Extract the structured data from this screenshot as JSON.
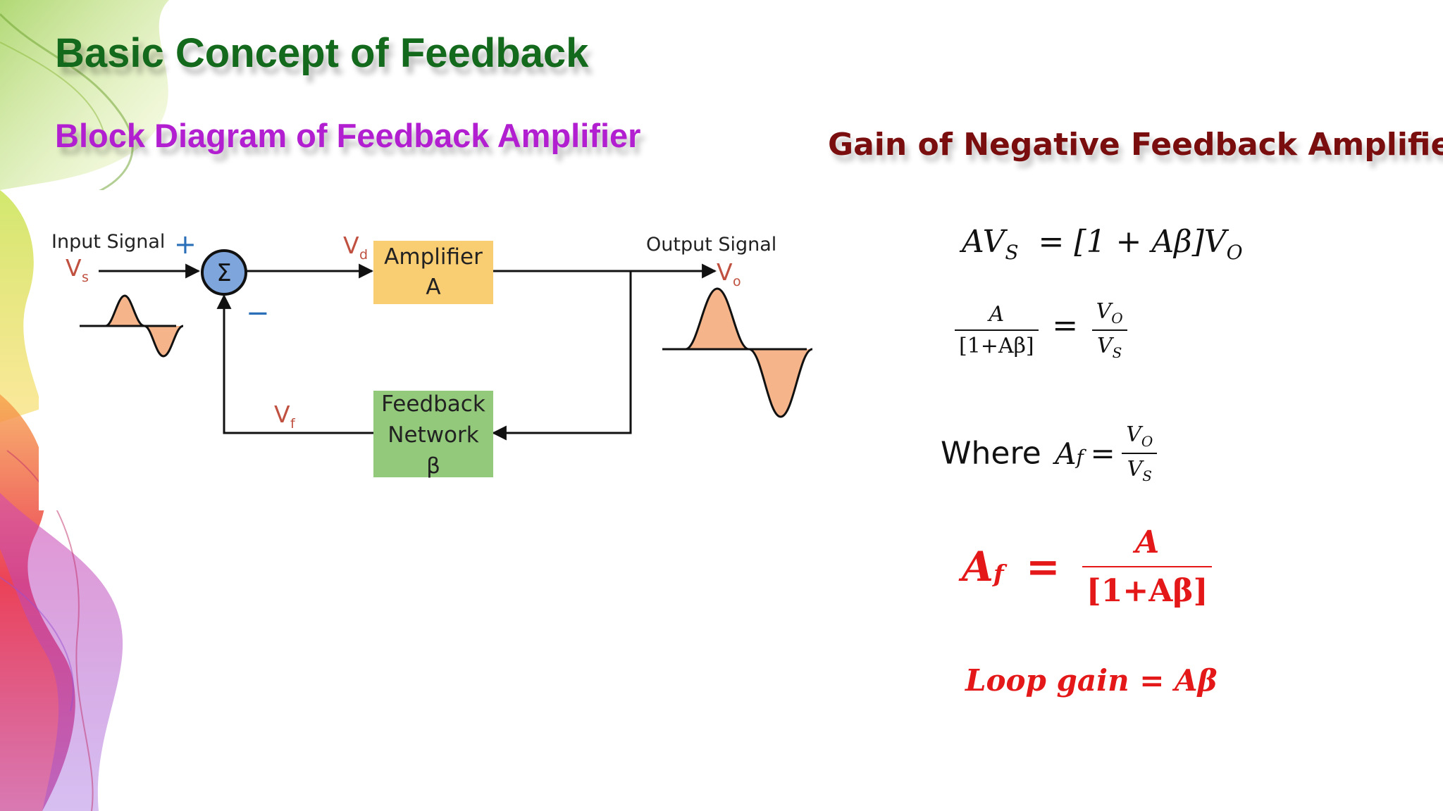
{
  "slide": {
    "title": "Basic Concept of Feedback",
    "subtitle": "Block Diagram of Feedback Amplifier",
    "right_heading": "Gain of Negative Feedback Amplifier"
  },
  "diagram": {
    "input_label": "Input Signal",
    "output_label": "Output Signal",
    "plus_sign": "+",
    "minus_sign": "−",
    "summer_symbol": "Σ",
    "vs": {
      "sym": "V",
      "sub": "s"
    },
    "vd": {
      "sym": "V",
      "sub": "d"
    },
    "vo": {
      "sym": "V",
      "sub": "o"
    },
    "vf": {
      "sym": "V",
      "sub": "f"
    },
    "amplifier": {
      "line1": "Amplifier",
      "line2": "A"
    },
    "feedback": {
      "line1": "Feedback",
      "line2": "Network",
      "line3": "β"
    }
  },
  "equations": {
    "eq1": {
      "lhs": "AV",
      "lhs_sub": "S",
      "rhs": "= [1 + Aβ]V",
      "rhs_sub": "O"
    },
    "eq2": {
      "num": "A",
      "den": "[1+Aβ]",
      "equals": "=",
      "rnum": "V",
      "rnum_sub": "O",
      "rden": "V",
      "rden_sub": "S"
    },
    "eq3": {
      "where": "Where",
      "lhs": "A",
      "lhs_sub": "f",
      "equals": "=",
      "num": "V",
      "num_sub": "O",
      "den": "V",
      "den_sub": "S"
    },
    "eq4": {
      "lhs": "A",
      "lhs_sub": "f",
      "equals": "=",
      "num": "A",
      "den": "[1+Aβ]"
    },
    "eq5": {
      "text": "Loop gain =  Aβ"
    }
  },
  "colors": {
    "title": "#146a1c",
    "subtitle": "#b21fd0",
    "right_heading": "#7a0d0d",
    "highlight_red": "#e41818",
    "amplifier_block": "#f9cd72",
    "feedback_block": "#93c97a",
    "summer": "#7ea6dd",
    "waveform_fill": "#f5b48a"
  }
}
